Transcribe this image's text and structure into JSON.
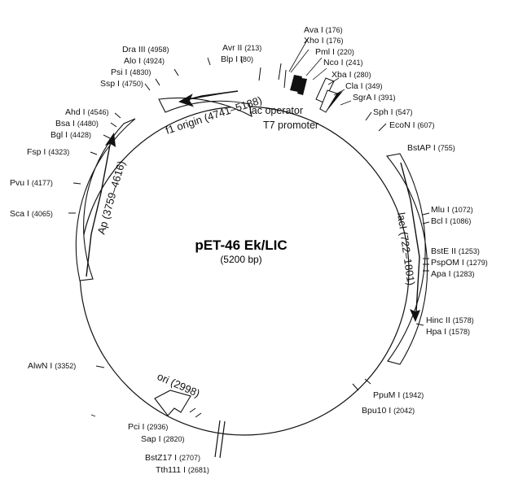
{
  "plasmid": {
    "name": "pET-46 Ek/LIC",
    "size_label": "(5200 bp)",
    "total_bp": 5200
  },
  "features": [
    {
      "id": "f1-origin",
      "label": "f1 origin (4741–5188)",
      "start": 4741,
      "end": 5188,
      "direction": "ccw"
    },
    {
      "id": "ap",
      "label": "Ap (3759–4616)",
      "start": 3759,
      "end": 4616,
      "direction": "cw"
    },
    {
      "id": "lacI",
      "label": "lacI (722–1801)",
      "start": 722,
      "end": 1801,
      "direction": "cw"
    },
    {
      "id": "ori",
      "label": "ori (2998)",
      "position": 2998
    }
  ],
  "promoter_labels": {
    "lac_operator": "lac operator",
    "t7_promoter": "T7 promoter"
  },
  "sites": [
    {
      "name": "Ava I",
      "pos": "(176)"
    },
    {
      "name": "Xho I",
      "pos": "(176)"
    },
    {
      "name": "Pml I",
      "pos": "(220)"
    },
    {
      "name": "Nco I",
      "pos": "(241)"
    },
    {
      "name": "Xba I",
      "pos": "(280)"
    },
    {
      "name": "Cla I",
      "pos": "(349)"
    },
    {
      "name": "SgrA I",
      "pos": "(391)"
    },
    {
      "name": "Sph I",
      "pos": "(547)"
    },
    {
      "name": "EcoN I",
      "pos": "(607)"
    },
    {
      "name": "BstAP I",
      "pos": "(755)"
    },
    {
      "name": "Mlu I",
      "pos": "(1072)"
    },
    {
      "name": "Bcl I",
      "pos": "(1086)"
    },
    {
      "name": "BstE II",
      "pos": "(1253)"
    },
    {
      "name": "PspOM I",
      "pos": "(1279)"
    },
    {
      "name": "Apa I",
      "pos": "(1283)"
    },
    {
      "name": "Hinc II",
      "pos": "(1578)"
    },
    {
      "name": "Hpa I",
      "pos": "(1578)"
    },
    {
      "name": "PpuM I",
      "pos": "(1942)"
    },
    {
      "name": "Bpu10 I",
      "pos": "(2042)"
    },
    {
      "name": "Tth111 I",
      "pos": "(2681)"
    },
    {
      "name": "BstZ17 I",
      "pos": "(2707)"
    },
    {
      "name": "Sap I",
      "pos": "(2820)"
    },
    {
      "name": "Pci I",
      "pos": "(2936)"
    },
    {
      "name": "AlwN I",
      "pos": "(3352)"
    },
    {
      "name": "Sca I",
      "pos": "(4065)"
    },
    {
      "name": "Pvu I",
      "pos": "(4177)"
    },
    {
      "name": "Fsp I",
      "pos": "(4323)"
    },
    {
      "name": "Bgl I",
      "pos": "(4428)"
    },
    {
      "name": "Bsa I",
      "pos": "(4480)"
    },
    {
      "name": "Ahd I",
      "pos": "(4546)"
    },
    {
      "name": "Ssp I",
      "pos": "(4750)"
    },
    {
      "name": "Psi I",
      "pos": "(4830)"
    },
    {
      "name": "Alo I",
      "pos": "(4924)"
    },
    {
      "name": "Dra III",
      "pos": "(4958)"
    },
    {
      "name": "Blp I",
      "pos": "(80)"
    },
    {
      "name": "Avr II",
      "pos": "(213)"
    }
  ]
}
